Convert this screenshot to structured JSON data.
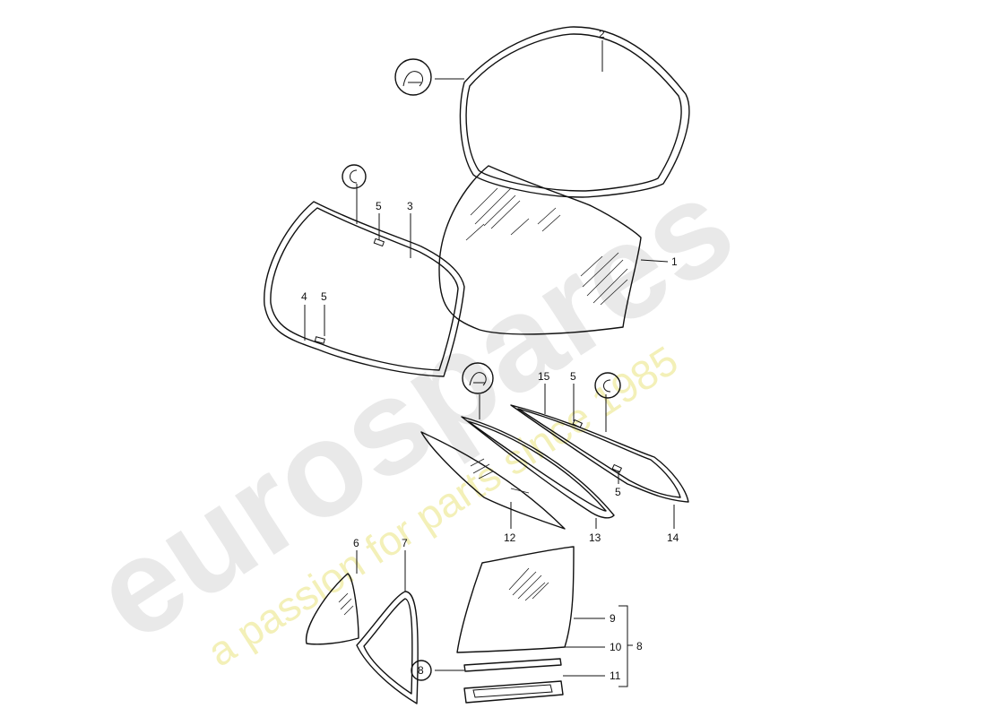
{
  "watermark": {
    "brand": "eurospares",
    "tagline": "a passion for parts since 1985",
    "brand_color": "#e9e9e9",
    "tagline_color": "#f3f0b8"
  },
  "callouts": {
    "c1": "1",
    "c2": "2",
    "c3": "3",
    "c4": "4",
    "c5a": "5",
    "c5b": "5",
    "c5c": "5",
    "c5d": "5",
    "c6": "6",
    "c7": "7",
    "c8": "8",
    "c8b": "8",
    "c9": "9",
    "c10": "10",
    "c11": "11",
    "c12": "12",
    "c13": "13",
    "c14": "14",
    "c15": "15"
  },
  "symbols": {
    "windshield_seal": "adhesive-symbol-icon",
    "rear_seal": "clip-symbol-icon",
    "side_window_seal": "adhesive-symbol-icon",
    "side_window_clip": "clip-symbol-icon"
  }
}
